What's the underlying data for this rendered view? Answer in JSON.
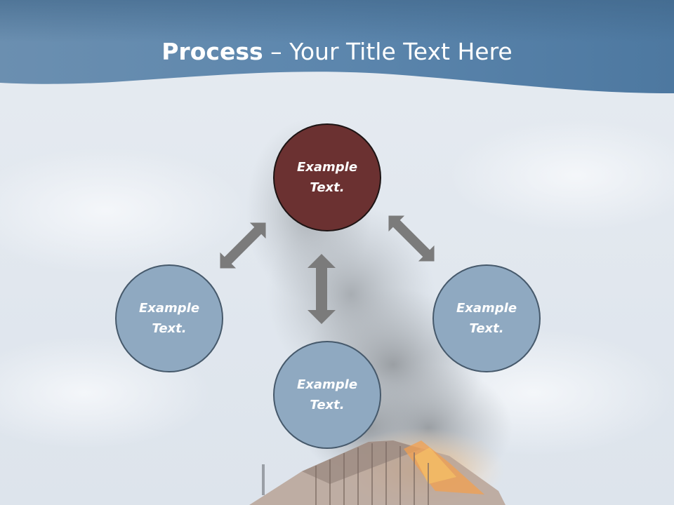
{
  "title": {
    "bold": "Process",
    "rest": " – Your Title Text Here"
  },
  "colors": {
    "header": "#5f88ad",
    "top_node": "#6b3131",
    "other_nodes": "#8fa9c1",
    "arrow": "#7b7b7b"
  },
  "nodes": [
    {
      "line1": "Example",
      "line2": "Text."
    },
    {
      "line1": "Example",
      "line2": "Text."
    },
    {
      "line1": "Example",
      "line2": "Text."
    },
    {
      "line1": "Example",
      "line2": "Text."
    }
  ]
}
